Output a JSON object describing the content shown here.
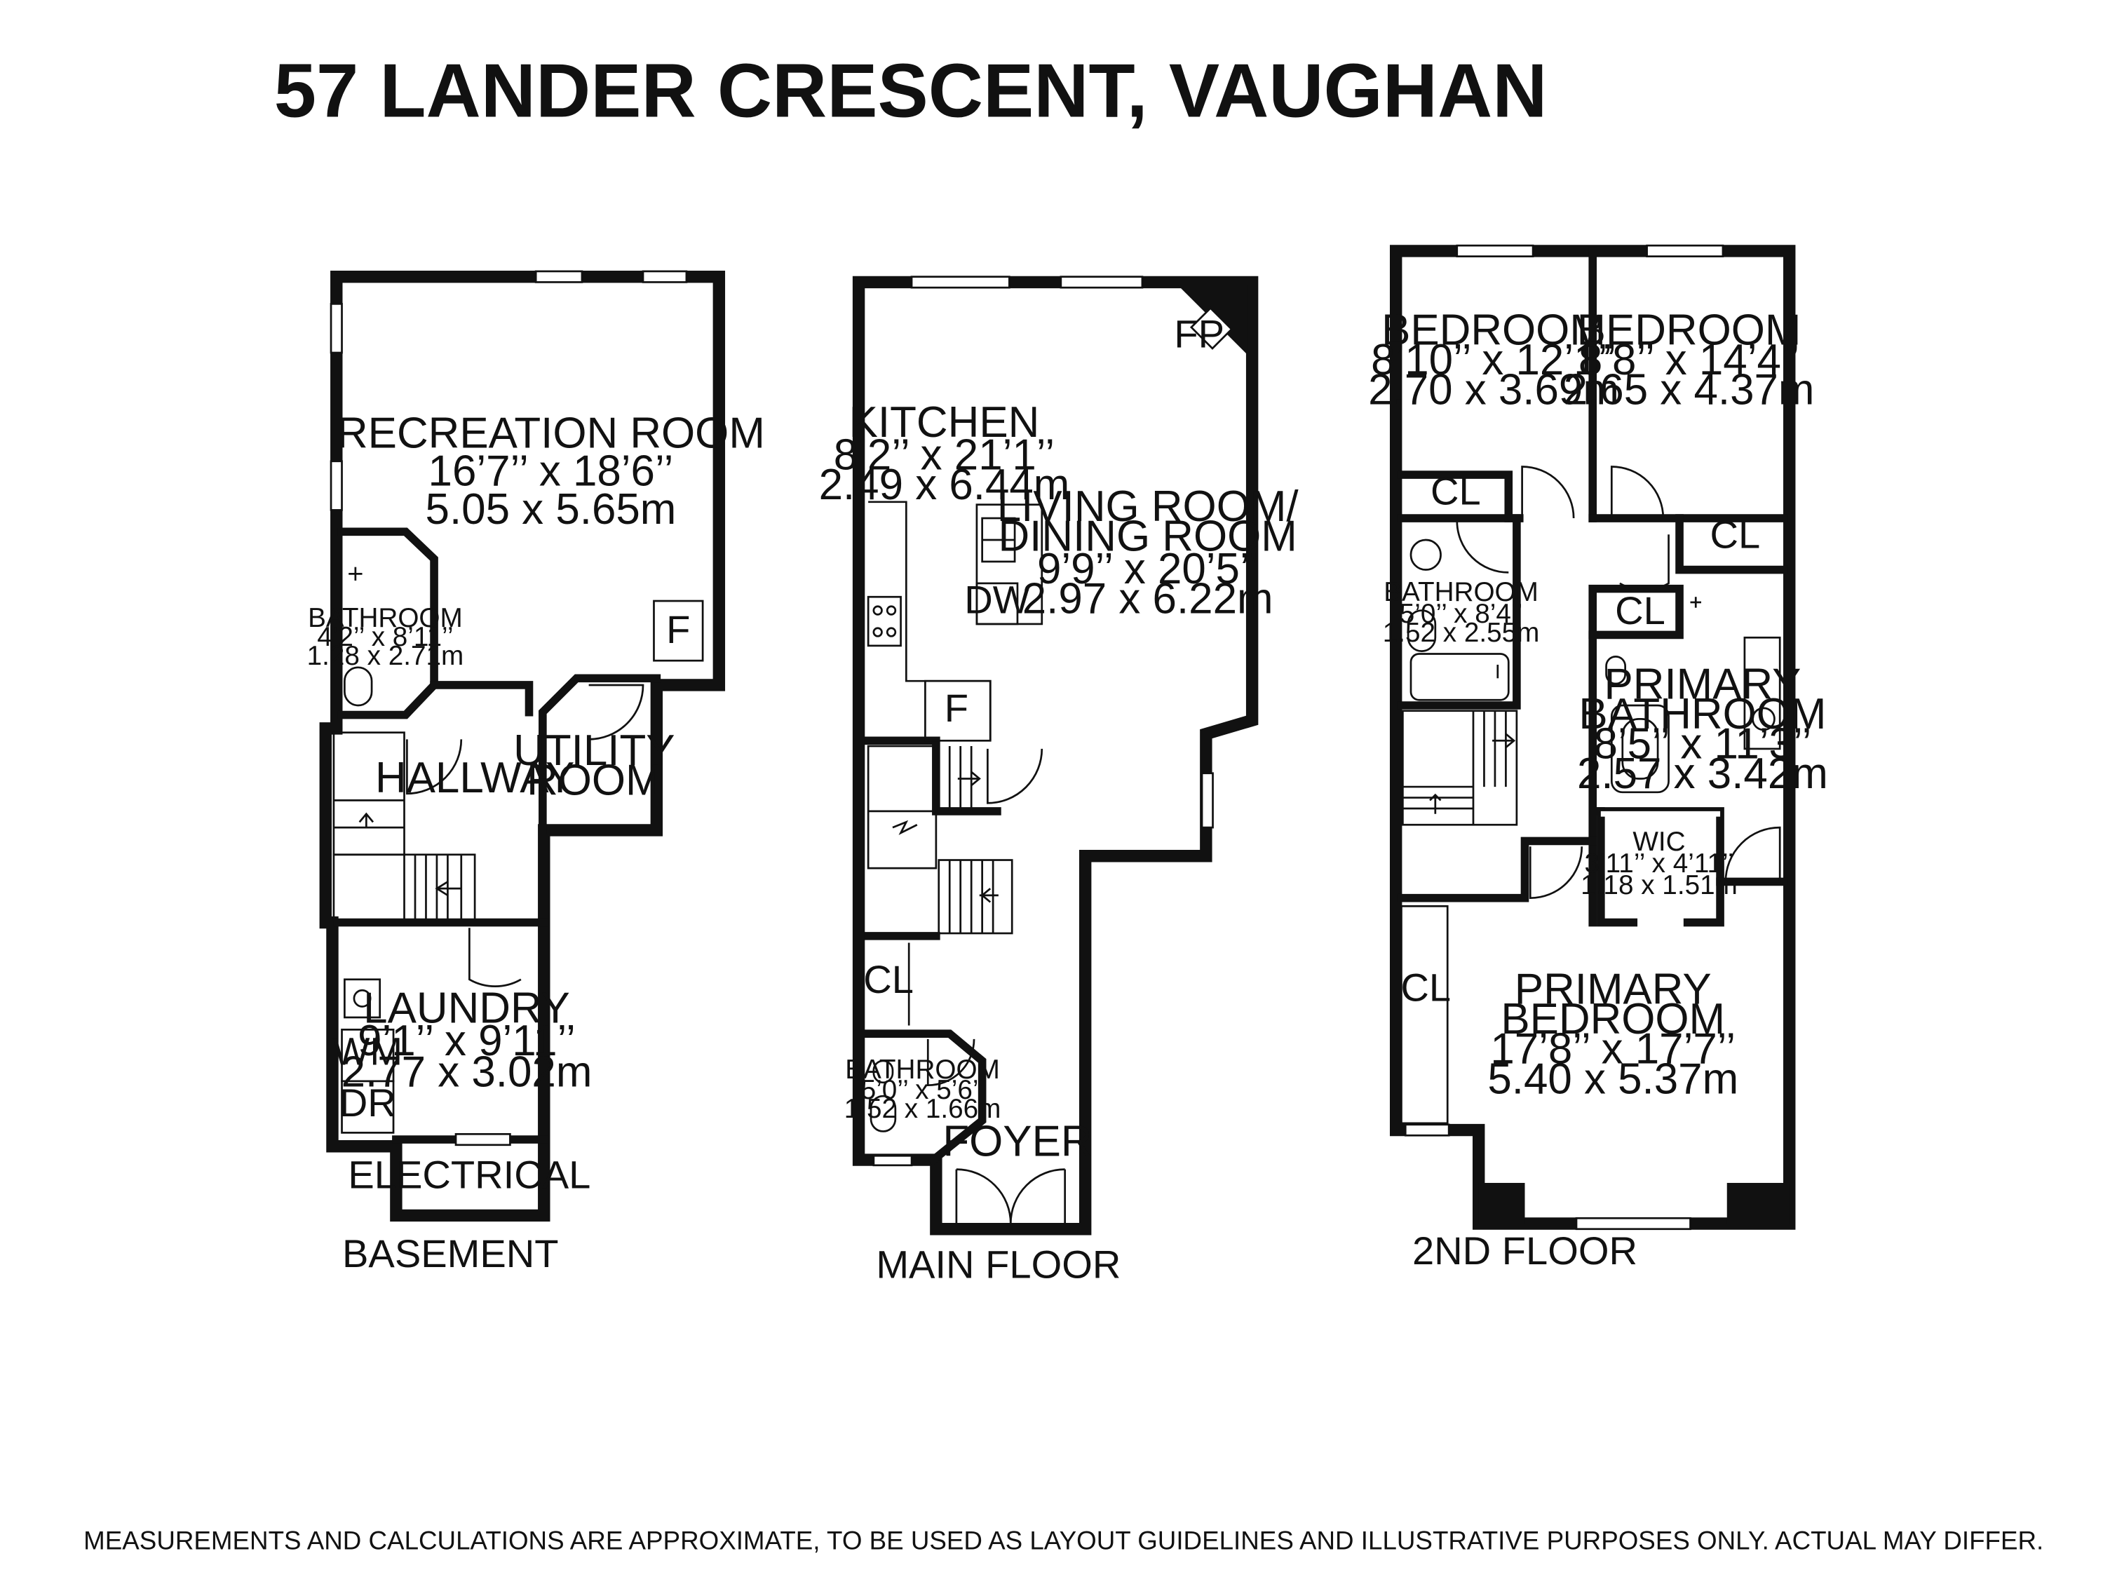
{
  "title": "57 LANDER CRESCENT, VAUGHAN",
  "disclaimer": "MEASUREMENTS AND CALCULATIONS ARE APPROXIMATE, TO BE USED AS LAYOUT GUIDELINES AND ILLUSTRATIVE PURPOSES ONLY.  ACTUAL MAY DIFFER.",
  "basement": {
    "floor_label": "BASEMENT",
    "recreation": {
      "name": "RECREATION ROOM",
      "imperial": "16’7’’ x 18’6’’",
      "metric": "5.05 x 5.65m"
    },
    "bathroom": {
      "name": "BATHROOM",
      "imperial": "4’2’’ x 8’11’’",
      "metric": "1.28 x 2.71m"
    },
    "hallway": "HALLWAY",
    "utility": {
      "line1": "UTILITY",
      "line2": "ROOM"
    },
    "laundry": {
      "name": "LAUNDRY",
      "imperial": "9’1’’ x 9’11’’",
      "metric": "2.77 x 3.02m"
    },
    "electrical": "ELECTRICAL",
    "furnace": "F",
    "washer": "WM",
    "dryer": "DR"
  },
  "main": {
    "floor_label": "MAIN FLOOR",
    "kitchen": {
      "name": "KITCHEN",
      "imperial": "8’2’’ x 21’1’’",
      "metric": "2.49 x 6.44m"
    },
    "living": {
      "line1": "LIVING ROOM/",
      "line2": "DINING ROOM",
      "imperial": "9’9’’ x 20’5’’",
      "metric": "2.97 x 6.22m"
    },
    "fireplace": "FP",
    "dishwasher": "DW",
    "fridge": "F",
    "closet": "CL",
    "bathroom": {
      "name": "BATHROOM",
      "imperial": "5’0’’ x 5’6’’",
      "metric": "1.52 x 1.66m"
    },
    "foyer": "FOYER"
  },
  "second": {
    "floor_label": "2ND FLOOR",
    "bedroom1": {
      "name": "BEDROOM",
      "imperial": "8’10’’ x 12’1’’",
      "metric": "2.70 x 3.69m"
    },
    "bedroom2": {
      "name": "BEDROOM",
      "imperial": "8’8’’ x 14’4’’",
      "metric": "2.65 x 4.37m"
    },
    "closet": "CL",
    "bathroom": {
      "name": "BATHROOM",
      "imperial": "5’0’’ x 8’4’’",
      "metric": "1.52 x 2.55m"
    },
    "primary_bath": {
      "line1": "PRIMARY",
      "line2": "BATHROOM",
      "imperial": "8’5’’ x 11’3’’",
      "metric": "2.57 x 3.42m"
    },
    "wic": {
      "name": "WIC",
      "imperial": "3’11’’ x 4’11’’",
      "metric": "1.18 x 1.51m"
    },
    "primary_bed": {
      "line1": "PRIMARY",
      "line2": "BEDROOM",
      "imperial": "17’8’’ x 17’7’’",
      "metric": "5.40 x 5.37m"
    }
  },
  "colors": {
    "wall": "#111111",
    "background": "#ffffff"
  }
}
